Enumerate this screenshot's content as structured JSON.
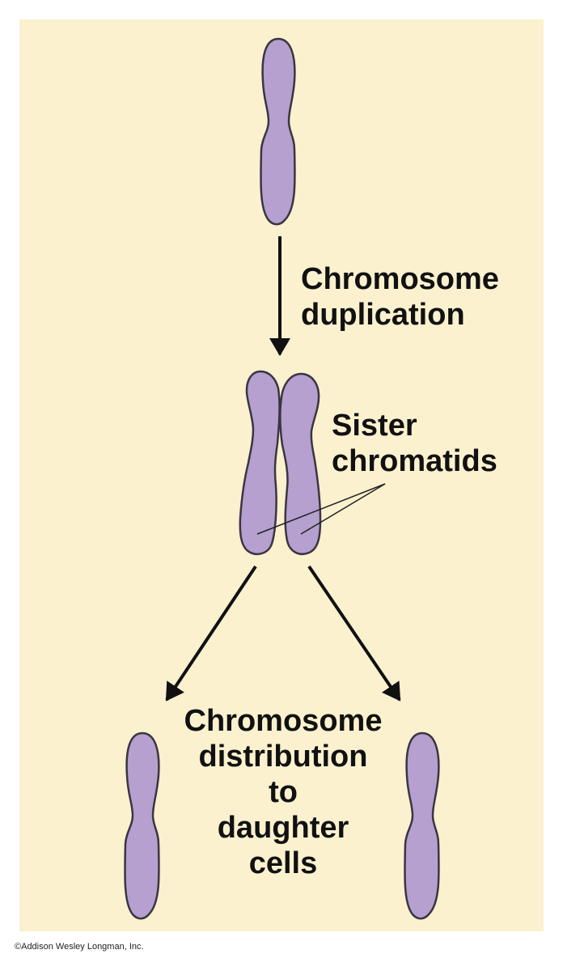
{
  "colors": {
    "background": "#fbf1cf",
    "chromosome_fill": "#b5a0cf",
    "outline": "#3c3540",
    "text": "#111111"
  },
  "labels": {
    "step1_line1": "Chromosome",
    "step1_line2": "duplication",
    "sister_line1": "Sister",
    "sister_line2": "chromatids",
    "step2_line1": "Chromosome",
    "step2_line2": "distribution",
    "step2_line3": "to",
    "step2_line4": "daughter",
    "step2_line5": "cells"
  },
  "copyright": "©Addison Wesley Longman, Inc."
}
